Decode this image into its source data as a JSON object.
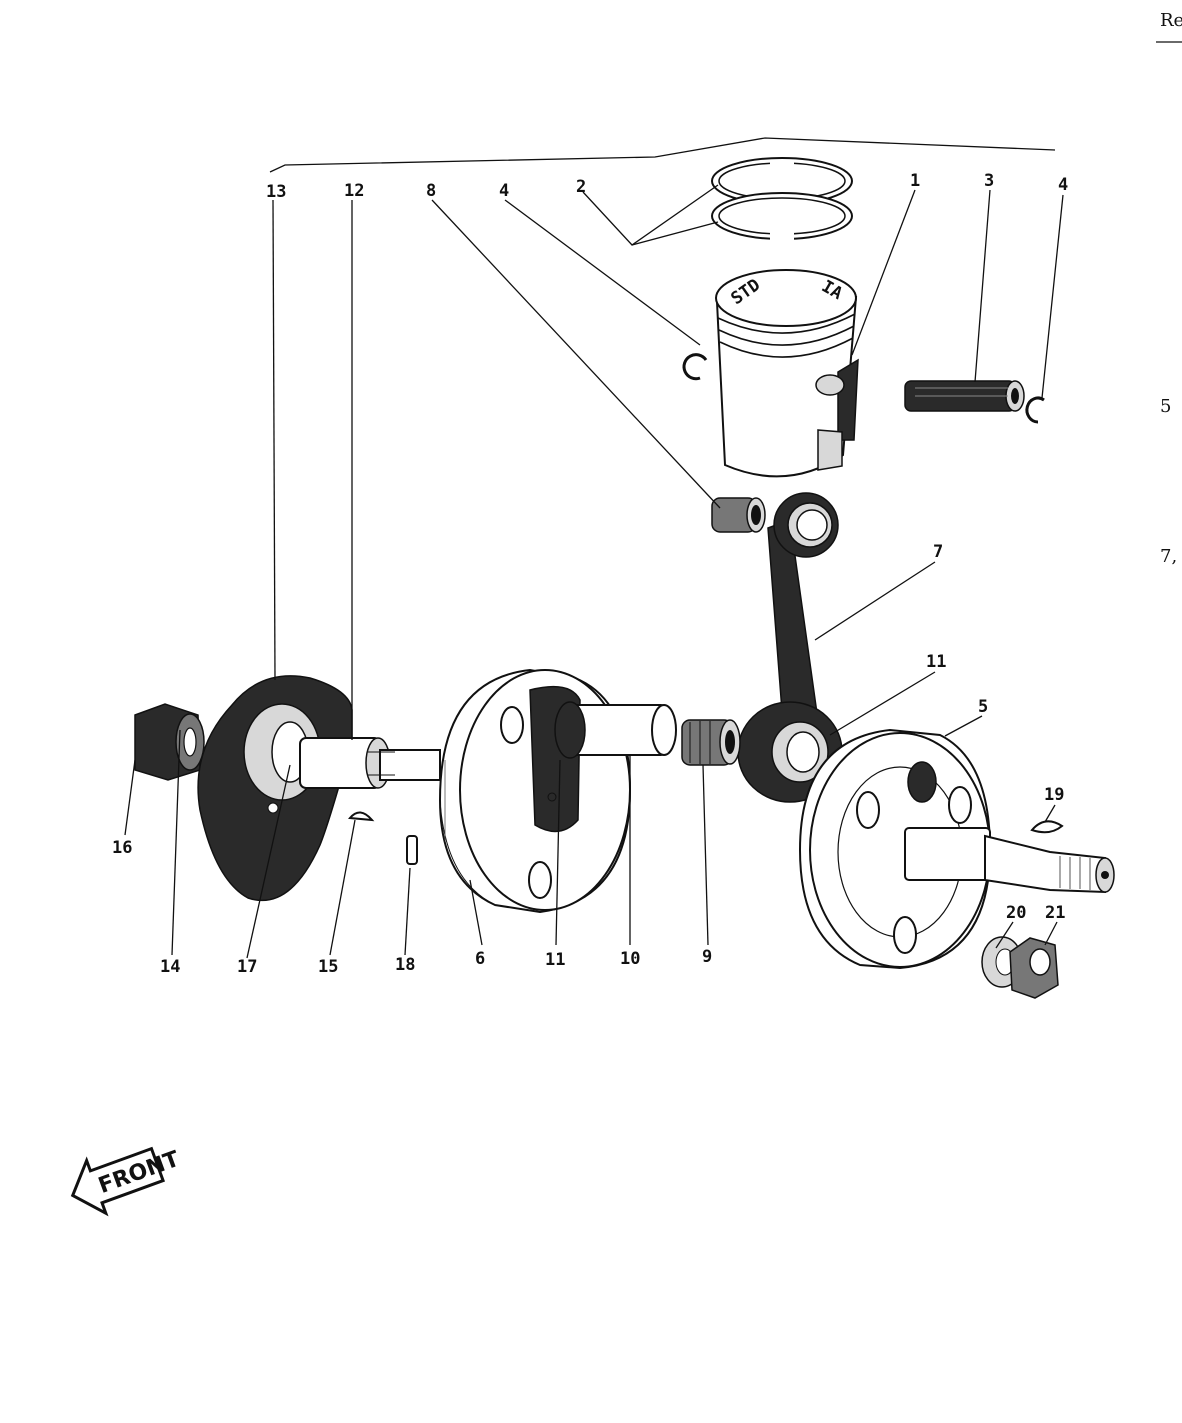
{
  "margin": {
    "top_right": "Re",
    "note_a": "5",
    "note_b": "7,"
  },
  "callouts": [
    {
      "id": "c13",
      "label": "13"
    },
    {
      "id": "c12",
      "label": "12"
    },
    {
      "id": "c8",
      "label": "8"
    },
    {
      "id": "c4a",
      "label": "4"
    },
    {
      "id": "c2",
      "label": "2"
    },
    {
      "id": "c1",
      "label": "1"
    },
    {
      "id": "c3",
      "label": "3"
    },
    {
      "id": "c4b",
      "label": "4"
    },
    {
      "id": "c7",
      "label": "7"
    },
    {
      "id": "c11a",
      "label": "11"
    },
    {
      "id": "c5",
      "label": "5"
    },
    {
      "id": "c19",
      "label": "19"
    },
    {
      "id": "c16",
      "label": "16"
    },
    {
      "id": "c14",
      "label": "14"
    },
    {
      "id": "c17",
      "label": "17"
    },
    {
      "id": "c15",
      "label": "15"
    },
    {
      "id": "c18",
      "label": "18"
    },
    {
      "id": "c6",
      "label": "6"
    },
    {
      "id": "c11b",
      "label": "11"
    },
    {
      "id": "c10",
      "label": "10"
    },
    {
      "id": "c9",
      "label": "9"
    },
    {
      "id": "c20",
      "label": "20"
    },
    {
      "id": "c21",
      "label": "21"
    }
  ],
  "piston": {
    "crown_left": "STD",
    "crown_right": "IA"
  },
  "front_arrow": {
    "label": "FRONT"
  }
}
